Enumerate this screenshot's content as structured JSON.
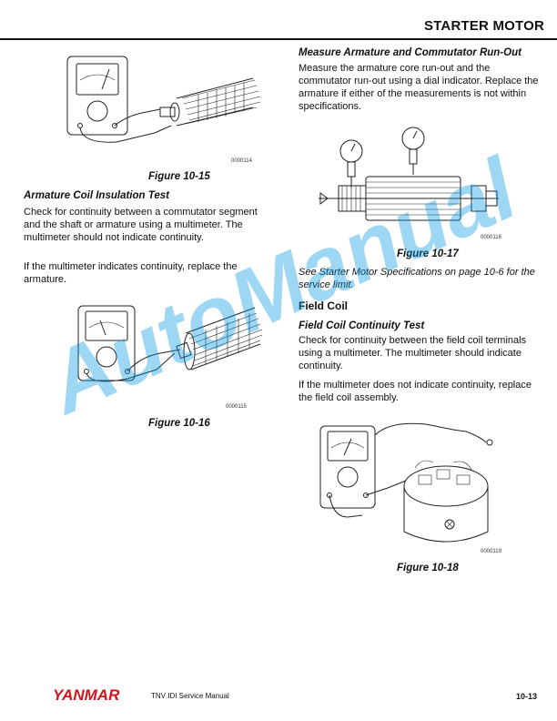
{
  "header": {
    "title": "STARTER MOTOR"
  },
  "left": {
    "fig15": {
      "code": "0000114",
      "caption": "Figure 10-15"
    },
    "armature_test": {
      "heading": "Armature Coil Insulation Test",
      "p1": "Check for continuity between a commutator segment and the shaft or armature using a multimeter. The multimeter should not indicate continuity.",
      "p2": "If the multimeter indicates continuity, replace the armature."
    },
    "fig16": {
      "code": "0000115",
      "caption": "Figure 10-16"
    }
  },
  "right": {
    "runout": {
      "heading": "Measure Armature and Commutator Run-Out",
      "p1": "Measure the armature core run-out and the commutator run-out using a dial indicator. Replace the armature if either of the measurements is not within specifications."
    },
    "fig17": {
      "code": "0000116",
      "caption": "Figure 10-17"
    },
    "spec_note": "See Starter Motor Specifications on page 10-6 for the service limit.",
    "field_coil": {
      "heading": "Field Coil",
      "subheading": "Field Coil Continuity Test",
      "p1": "Check for continuity between the field coil terminals using a multimeter. The multimeter should indicate continuity.",
      "p2": "If the multimeter does not indicate continuity, replace the field coil assembly."
    },
    "fig18": {
      "code": "0000119",
      "caption": "Figure 10-18"
    }
  },
  "watermark": "AutoManual",
  "footer": {
    "brand": "YANMAR",
    "manual": "TNV IDI Service Manual",
    "page": "10-13",
    "brand_color": "#d3121b"
  }
}
